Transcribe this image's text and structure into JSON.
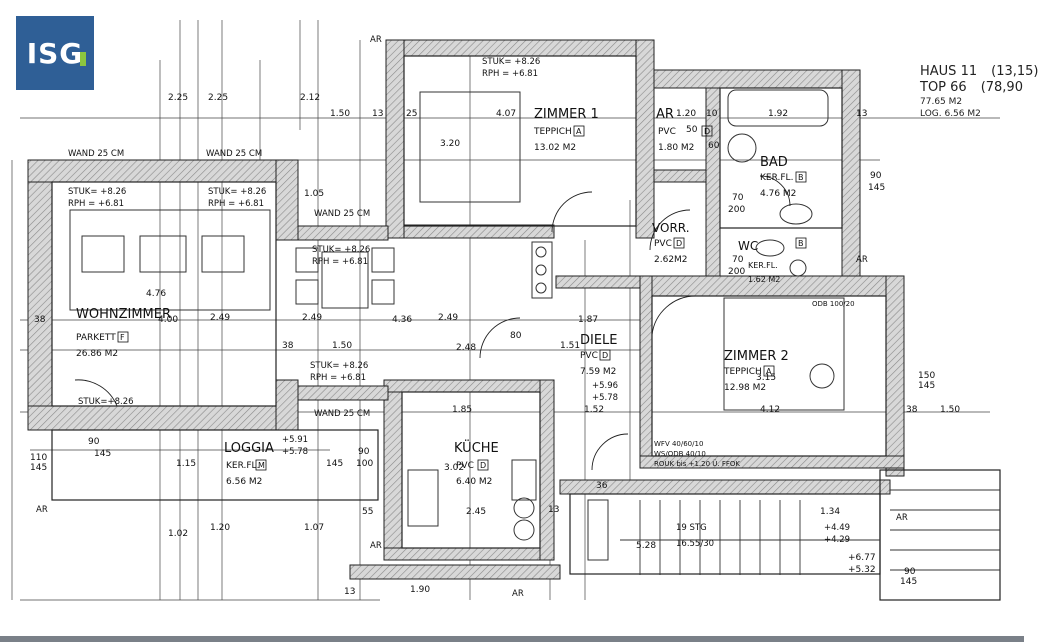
{
  "brand": {
    "logo_text": "ISG",
    "accent": "#8cc63f",
    "background": "#2f5f96"
  },
  "header": {
    "haus": "HAUS 11",
    "haus_val": "(13,15)",
    "top": "TOP 66",
    "top_val": "(78,90",
    "area1": "77.65 M2",
    "area2": "LOG. 6.56 M2"
  },
  "rooms": {
    "wohn": {
      "name": "WOHNZIMMER",
      "floor": "PARKETT",
      "code": "F",
      "area": "26.86 M2"
    },
    "zimmer1": {
      "name": "ZIMMER 1",
      "floor": "TEPPICH",
      "code": "A",
      "area": "13.02 M2"
    },
    "zimmer2": {
      "name": "ZIMMER 2",
      "floor": "TEPPICH",
      "code": "A",
      "area": "12.98 M2"
    },
    "kueche": {
      "name": "KÜCHE",
      "floor": "PVC",
      "code": "D",
      "area": "6.40 M2"
    },
    "diele": {
      "name": "DIELE",
      "floor": "PVC",
      "code": "D",
      "area": "7.59 M2"
    },
    "vorr": {
      "name": "VORR.",
      "floor": "PVC",
      "code": "D",
      "area": "2.62M2"
    },
    "bad": {
      "name": "BAD",
      "floor": "KER.FL.",
      "code": "B",
      "area": "4.76 M2"
    },
    "wc": {
      "name": "WC",
      "floor": "KER.FL.",
      "code": "B",
      "area": "1.62 M2"
    },
    "ar": {
      "name": "AR",
      "floor": "PVC",
      "code": "D",
      "area": "1.80 M2"
    },
    "loggia": {
      "name": "LOGGIA",
      "floor": "KER.FL.",
      "code": "M",
      "area": "6.56 M2"
    }
  },
  "labels": {
    "stuk": "STUK= +8.26",
    "rph": "RPH = +6.81",
    "stuk2": "STUK= +8.26",
    "rph2": "RPH = +6.81",
    "stuk3": "STUK= +8.26",
    "rph3": "RPH = +6.81",
    "stuk4": "STUK= +8.26",
    "rph4": "RPH = +6.81",
    "stuk5": "STUK= +8.26",
    "rph5": "RPH = +6.81",
    "stuk6": "STUK=+8.26",
    "wand1": "WAND 25 CM",
    "wand2": "WAND 25 CM",
    "wand3": "WAND 25 CM",
    "wand4": "WAND 25 CM",
    "stg": "19 STG",
    "stg_dim": "16.55/30",
    "wfv": "WFV 40/60/10",
    "wsodb": "WS/ODB 40/10",
    "rouk": "ROUK bis +1.20 Ü. FFOK",
    "odb": "ODB 100/20",
    "ar_a": "AR",
    "ar_b": "AR",
    "ar_c": "AR",
    "ar_d": "AR",
    "ar_e": "AR",
    "ar_f": "AR",
    "lvl1": "+5.91",
    "lvl1b": "+5.78",
    "lvl2": "+5.96",
    "lvl2b": "+5.78",
    "lvl3": "+4.49",
    "lvl3b": "+4.29"
  },
  "dims": {
    "d150a": "1.50",
    "d13a": "13",
    "d25a": "25",
    "d407": "4.07",
    "d320": "3.20",
    "d120": "1.20",
    "d50": "50",
    "d10": "10",
    "d60": "60",
    "d192": "1.92",
    "d13b": "13",
    "d225a": "2.25",
    "d225b": "2.25",
    "d212": "2.12",
    "d105": "1.05",
    "d476": "4.76",
    "d400": "4.00",
    "d249a": "2.49",
    "d249b": "2.49",
    "d436": "4.36",
    "d249c": "2.49",
    "d187": "1.87",
    "d151": "1.51",
    "d150b": "1.50",
    "d248": "2.48",
    "d38a": "38",
    "d38b": "38",
    "d412": "4.12",
    "d315": "3.15",
    "d150c": "1.50",
    "d38c": "38",
    "d90": "90",
    "d145": "145",
    "d150d": "150",
    "d145b": "145",
    "d110": "110",
    "d145c": "145",
    "d115": "1.15",
    "d107": "1.07",
    "d102": "1.02",
    "d120b": "1.20",
    "d245": "2.45",
    "d55": "55",
    "d134": "1.34",
    "d528": "5.28",
    "d200a": "200",
    "d200b": "200",
    "d70a": "70",
    "d70b": "70",
    "d80": "80",
    "d302": "3.02",
    "d90b": "90",
    "d100": "100",
    "d145d": "145",
    "d90c": "90",
    "d145e": "145",
    "d152": "1.52",
    "d185": "1.85",
    "d36": "36",
    "d13c": "13",
    "d13d": "13",
    "d145f": "145",
    "d90d": "90",
    "d677": "+6.77",
    "d532": "+5.32",
    "d190": "1.90"
  }
}
